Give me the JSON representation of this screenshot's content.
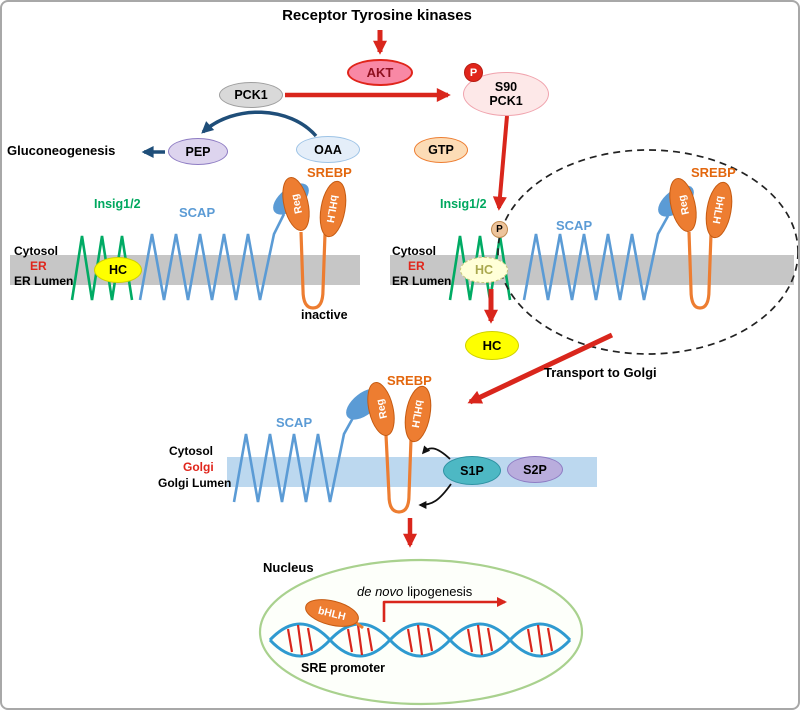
{
  "title": "Receptor Tyrosine kinases",
  "signaling": {
    "akt": "AKT",
    "pck1": "PCK1",
    "p_s90_line1": "S90",
    "p_s90_line2": "PCK1",
    "phospho_badge": "P",
    "gtp": "GTP",
    "oaa": "OAA",
    "pep": "PEP",
    "gluconeogenesis": "Gluconeogenesis"
  },
  "er_left": {
    "insig": "Insig1/2",
    "scap": "SCAP",
    "srebp": "SREBP",
    "reg": "Reg",
    "bhlh": "bHLH",
    "hc": "HC",
    "cytosol": "Cytosol",
    "er": "ER",
    "lumen": "ER Lumen",
    "state": "inactive"
  },
  "er_right": {
    "insig": "Insig1/2",
    "scap": "SCAP",
    "srebp": "SREBP",
    "reg": "Reg",
    "bhlh": "bHLH",
    "hc": "HC",
    "phospho": "P",
    "cytosol": "Cytosol",
    "er": "ER",
    "lumen": "ER Lumen"
  },
  "release": {
    "hc": "HC",
    "transport": "Transport to Golgi"
  },
  "golgi": {
    "scap": "SCAP",
    "srebp": "SREBP",
    "reg": "Reg",
    "bhlh": "bHLH",
    "cytosol": "Cytosol",
    "golgi": "Golgi",
    "lumen": "Golgi Lumen",
    "s1p": "S1P",
    "s2p": "S2P"
  },
  "nucleus": {
    "label": "Nucleus",
    "bhlh": "bHLH",
    "de_novo": "de novo",
    "lipogenesis": "lipogenesis",
    "sre": "SRE promoter"
  },
  "colors": {
    "arrow_red": "#d9261c",
    "arrow_blue": "#1f4e79",
    "insig_green": "#00ab64",
    "scap_blue": "#5b9bd5",
    "srebp_orange": "#ed7d31",
    "hc_yellow": "#feff00",
    "er_membrane_gray": "#c6c6c6",
    "golgi_membrane_blue": "#bcd8ef",
    "dna_blue": "#2f9ad0",
    "dna_red": "#d9261c",
    "nucleus_green": "#a9d18e"
  }
}
